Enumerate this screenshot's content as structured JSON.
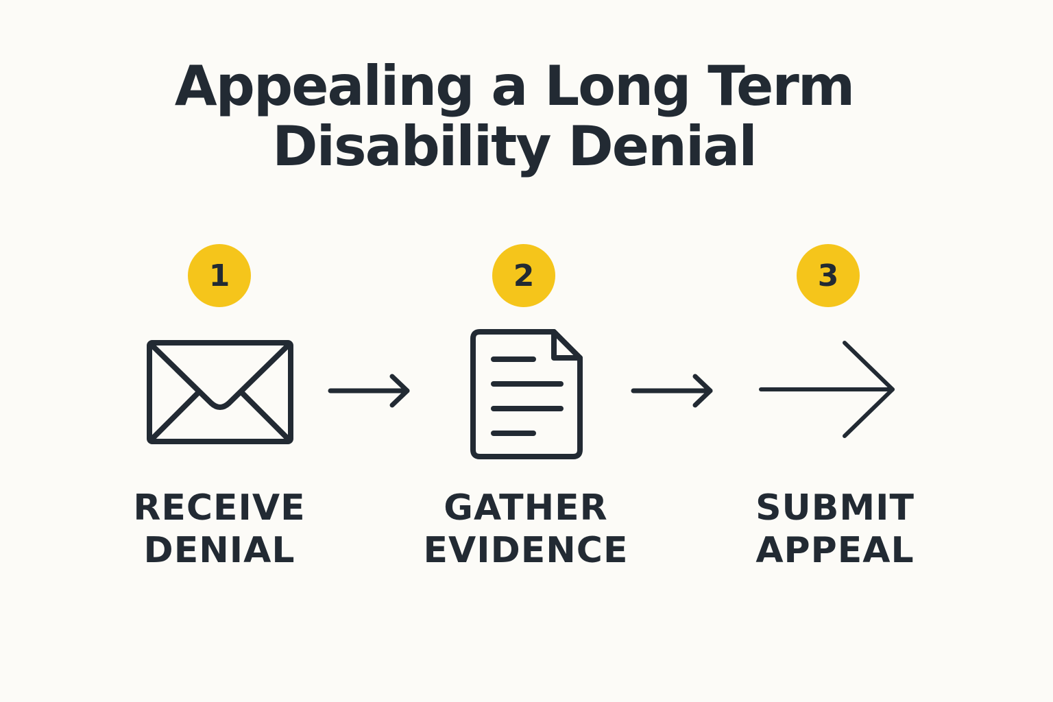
{
  "title": {
    "line1": "Appealing a Long Term",
    "line2": "Disability Denial"
  },
  "steps": [
    {
      "number": "1",
      "label_line1": "RECEIVE",
      "label_line2": "DENIAL",
      "icon": "envelope-icon"
    },
    {
      "number": "2",
      "label_line1": "GATHER",
      "label_line2": "EVIDENCE",
      "icon": "document-icon"
    },
    {
      "number": "3",
      "label_line1": "SUBMIT",
      "label_line2": "APPEAL",
      "icon": "arrow-right-icon"
    }
  ],
  "colors": {
    "background": "#fcfbf7",
    "ink": "#222a33",
    "badge": "#f5c51b"
  }
}
